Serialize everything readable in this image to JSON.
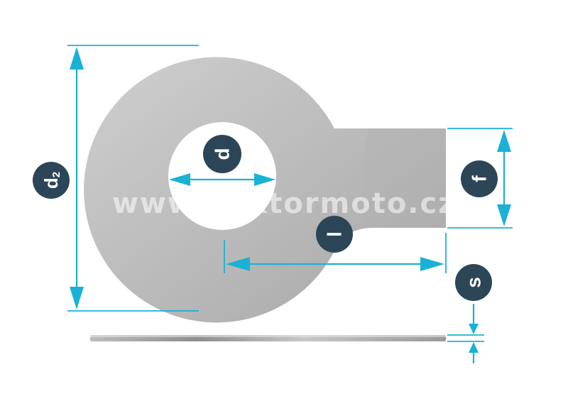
{
  "labels": {
    "d2_main": "d",
    "d2_sub": "2",
    "d": "d",
    "f": "f",
    "l": "l",
    "s": "s"
  },
  "watermark": "www.doktormoto.cz",
  "colors": {
    "dimension": "#19b2d6",
    "badge": "#2c4657",
    "washer_light": "#c2c2c2",
    "washer_dark": "#a9a9a9"
  }
}
